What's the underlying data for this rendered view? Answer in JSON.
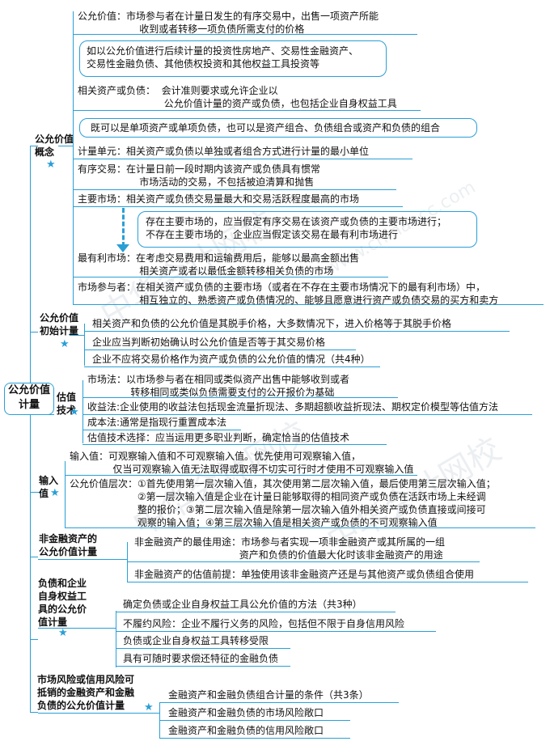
{
  "root": "公允价值\n计量",
  "watermark": [
    "中华会计网校",
    "www.chinaacc.com"
  ],
  "sections": {
    "concept": {
      "title": "公允价值\n概念",
      "fair_value": "公允价值：市场参与者在计量日发生的有序交易中，出售一项资产所能\n                    收到或者转移一项负债所需支付的价格",
      "box1": "如以公允价值进行后续计量的投资性房地产、交易性金融资产、\n交易性金融负债、其他债权投资和其他权益工具投资等",
      "related": "相关资产或负债：  会计准则要求或允许企业以\n                            公允价值计量的资产或负债，也包括企业自身权益工具",
      "box2": "既可以是单项资产或单项负债，也可以是资产组合、负债组合或资产和负债的组合",
      "unit": "计量单元：相关资产或负债以单独或者组合方式进行计量的最小单位",
      "orderly": "有序交易：在计量日前一段时期内该资产或负债具有惯常\n                    市场活动的交易，不包括被迫清算和抛售",
      "principal": "主要市场：相关资产或负债交易量最大和交易活跃程度最高的市场",
      "box3": "存在主要市场的，应当假定有序交易在该资产或负债的主要市场进行；\n不存在主要市场的，企业应当假定该交易在最有利市场进行",
      "advantageous": "最有利市场：在考虑交易费用和运输费用后，能够以最高金额出售\n                    相关资产或者以最低金额转移相关负债的市场",
      "participants": "市场参与者：在相关资产或负债的主要市场（或者在不存在主要市场情况下的最有利市场）中，\n                    相互独立的、熟悉资产或负债情况的、能够且愿意进行资产或负债交易的买方和卖方"
    },
    "initial": {
      "title": "公允价值\n初始计量",
      "items": [
        "相关资产和负债的公允价值是其脱手价格，大多数情况下，进入价格等于其脱手价格",
        "企业应当判断初始确认时公允价值是否等于其交易价格",
        "企业不应将交易价格作为资产或负债的公允价值的情况（共4种）"
      ]
    },
    "technique": {
      "title": "估值\n技术",
      "market": "市场法：以市场参与者在相同或类似资产出售中能够收到或者\n              转移相同或类似负债需要支付的公开报价为基础",
      "income": "收益法:企业使用的收益法包括现金流量折现法、多期超额收益折现法、期权定价模型等估值方法",
      "cost": "成本法:通常是指现行重置成本法",
      "choose": "估值技术选择：应当运用更多职业判断，确定恰当的估值技术"
    },
    "input": {
      "title": "输入\n值",
      "input_value": "输入值：可观察输入值和不可观察输入值。优先使用可观察输入值，\n              仅当可观察输入值无法取得或取得不切实可行时才使用不可观察输入值",
      "hierarchy": "公允价值层次：①首先使用第一层次输入值，其次使用第二层次输入值，最后使用第三层次输入值；\n                      ②第一层次输入值是企业在计量日能够取得的相同资产或负债在活跃市场上未经调\n                      整的报价；③第二层次输入值是除第一层次输入值外相关资产或负债直接或间接可\n                      观察的输入值；④第三层次输入值是相关资产或负债的不可观察输入值"
    },
    "nonfinancial": {
      "title": "非金融资产的\n公允价值计量",
      "best_use": "非金融资产的最佳用途：市场参与者实现一项非金融资产或其所属的一组\n                                  资产和负债的价值最大化时该非金融资产的用途",
      "premise": "非金融资产的估值前提：单独使用该非金融资产还是与其他资产或负债组合使用"
    },
    "liabilities": {
      "title": "负债和企业\n自身权益工\n具的公允价\n值计量",
      "items": [
        "确定负债或企业自身权益工具公允价值的方法（共3种）",
        "不履约风险：企业不履行义务的风险，包括但不限于自身信用风险",
        "负债或企业自身权益工具转移受限",
        "具有可随时要求偿还特征的金融负债"
      ]
    },
    "offset": {
      "title": "市场风险或信用风险可\n抵销的金融资产和金融\n负债的公允价值计量",
      "items": [
        "金融资产和金融负债组合计量的条件（共3条）",
        "金融资产和金融负债的市场风险敞口",
        "金融资产和金融负债的信用风险敞口"
      ]
    }
  }
}
